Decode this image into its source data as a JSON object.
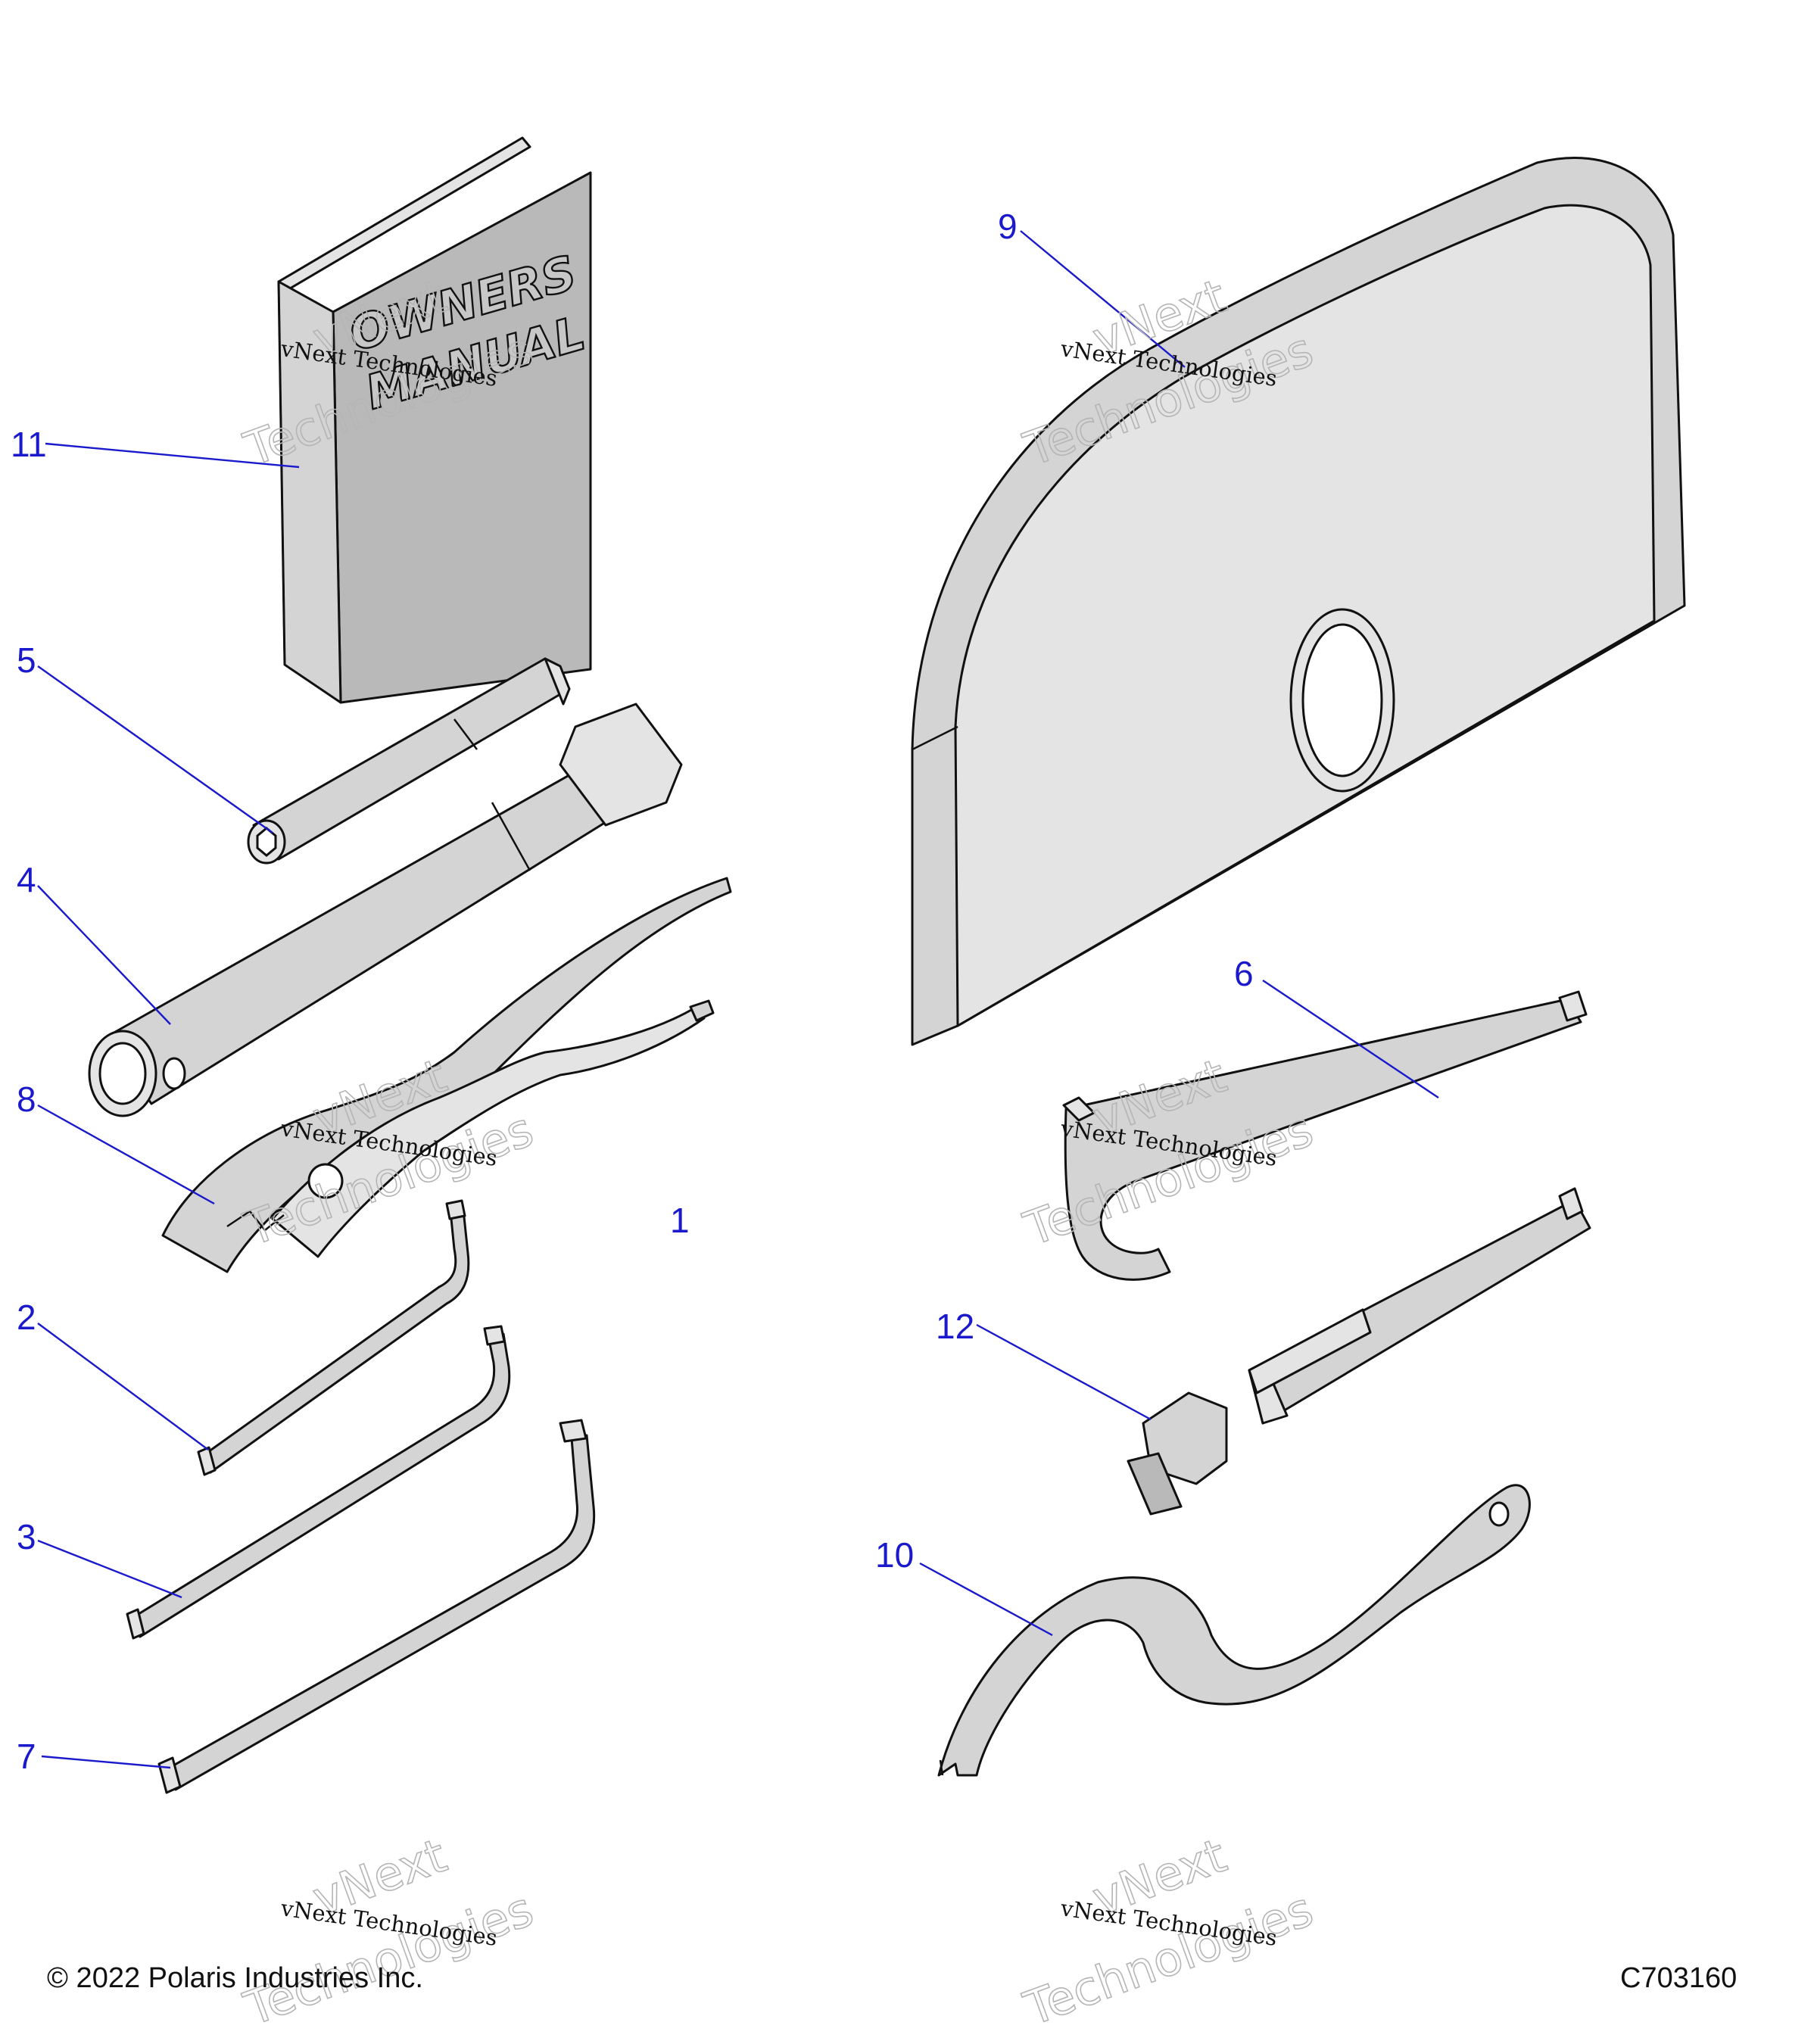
{
  "callouts": {
    "c1": "1",
    "c2": "2",
    "c3": "3",
    "c4": "4",
    "c5": "5",
    "c6": "6",
    "c7": "7",
    "c8": "8",
    "c9": "9",
    "c10": "10",
    "c11": "11",
    "c12": "12"
  },
  "manual_cover": {
    "line1": "OWNERS",
    "line2": "MANUAL"
  },
  "watermark": {
    "line1": "vNext Technologies",
    "big_line1": "vNext",
    "big_line2": "Technologies"
  },
  "footer": {
    "copyright": "© 2022 Polaris Industries Inc.",
    "code": "C703160"
  },
  "colors": {
    "callout": "#1a1acc",
    "part_fill": "#d4d4d4",
    "outline": "#111111"
  }
}
